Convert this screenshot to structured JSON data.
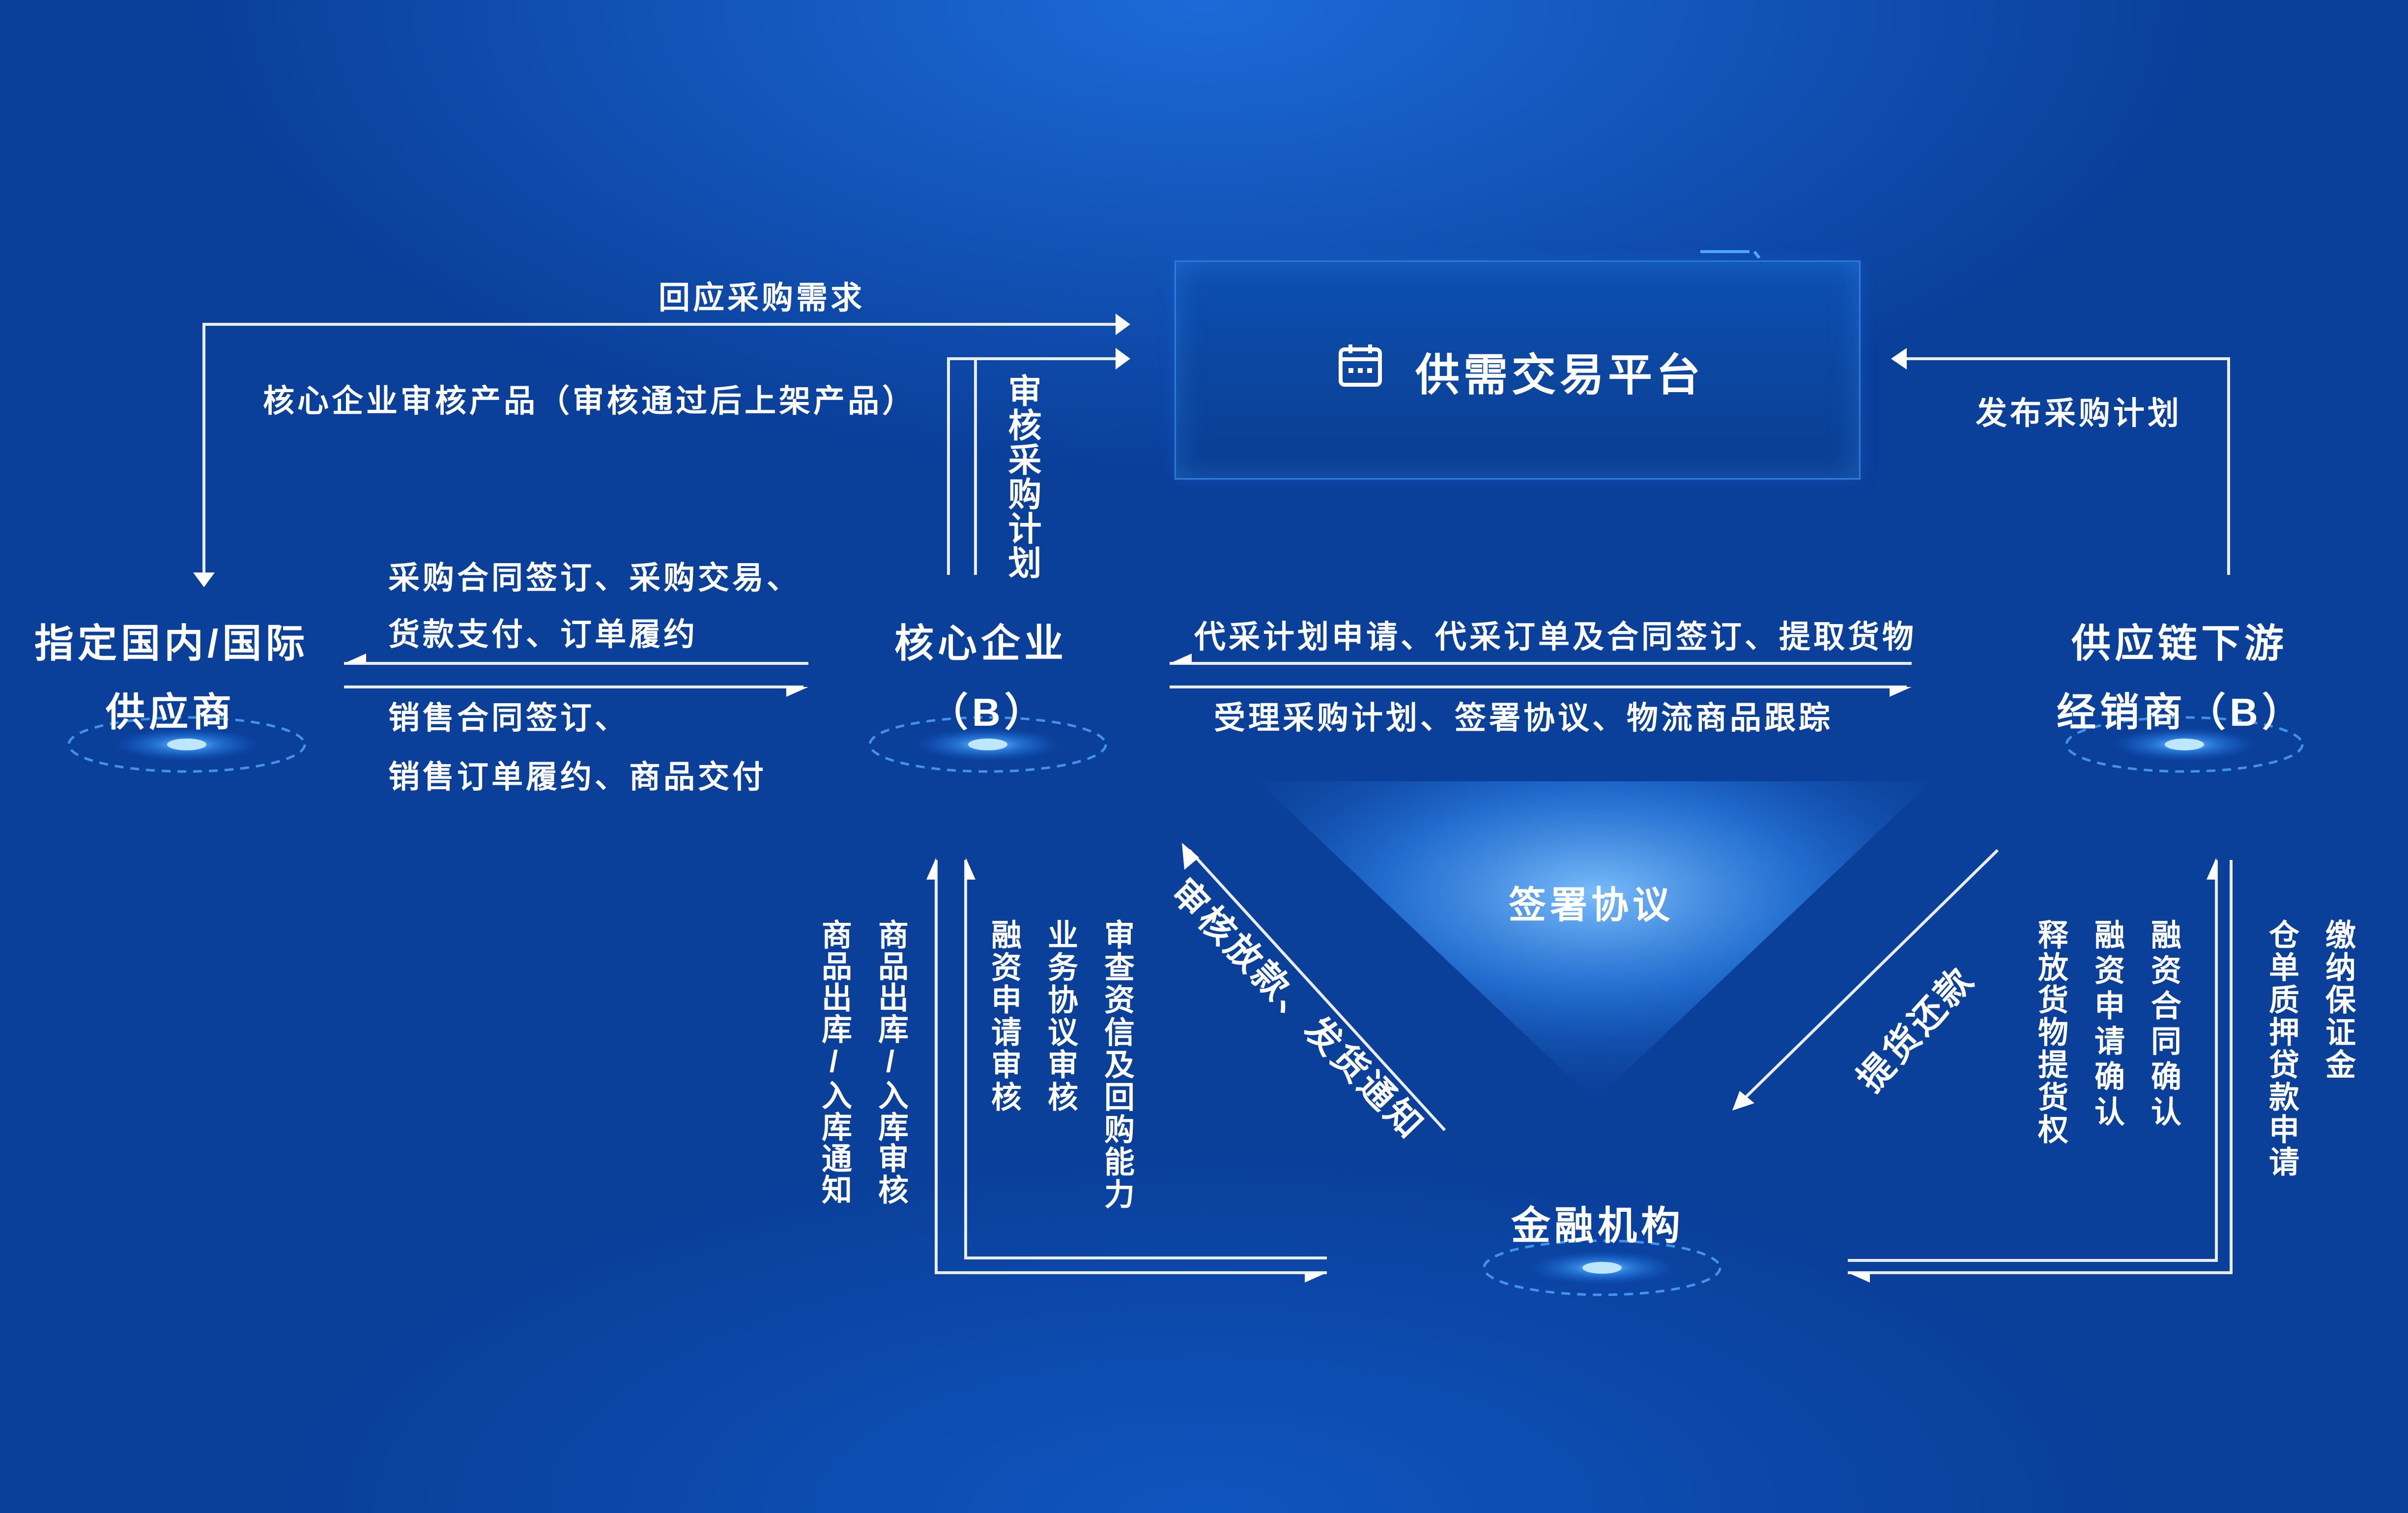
{
  "platform": {
    "title": "供需交易平台",
    "icon": "calendar-icon"
  },
  "nodes": {
    "supplier": [
      "指定国内/国际",
      "供应商"
    ],
    "core": [
      "核心企业",
      "（B）"
    ],
    "distributor": [
      "供应链下游",
      "经销商（B）"
    ],
    "finance": "金融机构",
    "center": "签署协议"
  },
  "flows": {
    "respond_demand": "回应采购需求",
    "core_review_products": "核心企业审核产品（审核通过后上架产品）",
    "review_plan": "审核采购计划",
    "publish_plan": "发布采购计划",
    "purchase_contract": [
      "采购合同签订、采购交易、",
      "货款支付、订单履约"
    ],
    "sales_contract": [
      "销售合同签订、",
      "销售订单履约、商品交付"
    ],
    "proxy_request": "代采计划申请、代采订单及合同签订、提取货物",
    "accept_plan": "受理采购计划、签署协议、物流商品跟踪",
    "loan_notice": "审核放款、发货通知",
    "pickup_repay": "提货还款",
    "goods_inout_notice": "商品出库/入库通知",
    "goods_inout_review": "商品出库/入库审核",
    "financing_review": "融资申请审核",
    "business_review": "业务协议审核",
    "credit_review": "审查资信及回购能力",
    "release_goods": "释放货物提货权",
    "financing_confirm": "融资申请确认",
    "contract_confirm": "融资合同确认",
    "warehouse_pledge": "仓单质押贷款申请",
    "pay_deposit": "缴纳保证金"
  },
  "colors": {
    "background": "#0a3f9a",
    "line": "#ffffff",
    "accent": "#4fa8ff"
  }
}
